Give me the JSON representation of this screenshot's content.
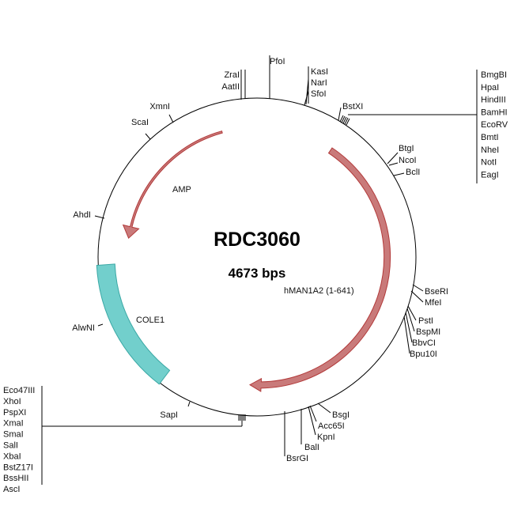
{
  "plasmid": {
    "name": "RDC3060",
    "size_label": "4673 bps"
  },
  "colors": {
    "arrow_fill": "#c97a7a",
    "arrow_stroke": "#b23a3a",
    "cole1_fill": "#72cfcc",
    "cole1_stroke": "#3aa8a5",
    "line": "#000000"
  },
  "features": {
    "amp": {
      "label": "AMP"
    },
    "insert": {
      "label": "hMAN1A2 (1-641)"
    },
    "cole1": {
      "label": "COLE1"
    }
  },
  "sites": {
    "top": {
      "zrai": "ZraI",
      "aatii": "AatII",
      "pfoi": "PfoI",
      "kasi": "KasI",
      "nari": "NarI",
      "sfoi": "SfoI",
      "bstxi": "BstXI"
    },
    "left": {
      "xmni": "XmnI",
      "scai": "ScaI",
      "ahdi": "AhdI",
      "alwni": "AlwNI",
      "sapi": "SapI"
    },
    "right": {
      "btgi": "BtgI",
      "ncoi": "NcoI",
      "bcli": "BclI",
      "bseri": "BseRI",
      "mfei": "MfeI",
      "psti": "PstI",
      "bspmi": "BspMI",
      "bbvci": "BbvCI",
      "bpu10i": "Bpu10I"
    },
    "bottom": {
      "bsgi": "BsgI",
      "acc65i": "Acc65I",
      "kpni": "KpnI",
      "bali": "BalI",
      "bsrgi": "BsrGI"
    },
    "mcs_right": [
      "BmgBI",
      "HpaI",
      "HindIII",
      "BamHI",
      "EcoRV",
      "BmtI",
      "NheI",
      "NotI",
      "EagI"
    ],
    "mcs_left": [
      "Eco47III",
      "XhoI",
      "PspXI",
      "XmaI",
      "SmaI",
      "SalI",
      "XbaI",
      "BstZ17I",
      "BssHII",
      "AscI"
    ]
  }
}
